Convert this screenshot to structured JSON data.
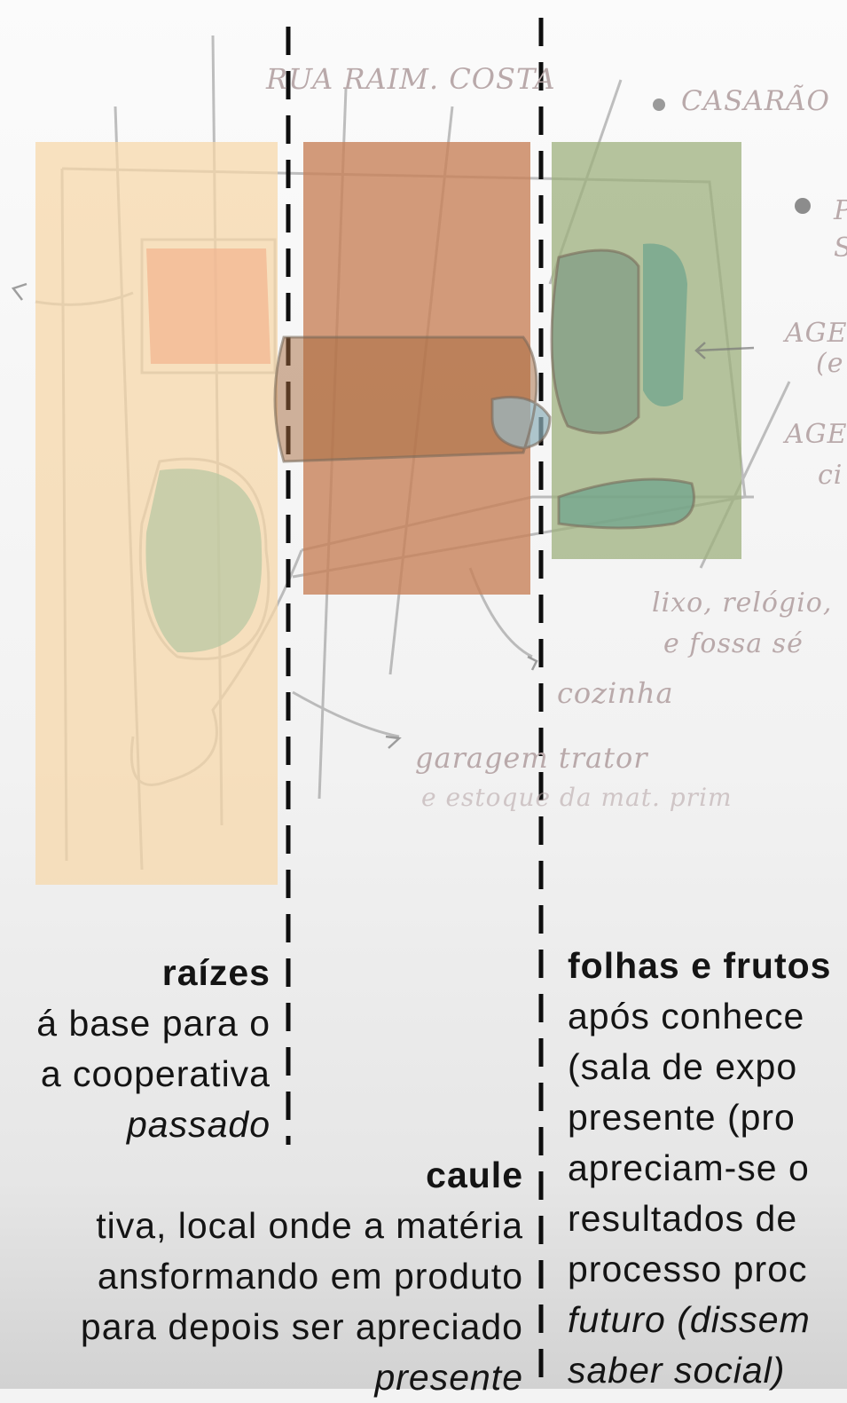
{
  "sketch": {
    "street": "RUA RAIM. COSTA",
    "casarao": "CASARÃO",
    "legend_p": "P",
    "legend_s": "S",
    "agente1": "AGE",
    "agente1_sub": "(e",
    "agente2": "AGE",
    "agente2_sub": "ci",
    "lixo_line1": "lixo, relógio,",
    "lixo_line2": "e fossa sé",
    "cozinha": "cozinha",
    "garagem_line1": "garagem trator",
    "garagem_line2": "e estoque da mat. prim"
  },
  "raizes": {
    "title": "raízes",
    "line1": "á base para o",
    "line2": "a cooperativa",
    "time": "passado"
  },
  "caule": {
    "title": "caule",
    "line1": "tiva, local onde a matéria",
    "line2": "ansformando em produto",
    "line3": "para depois ser apreciado",
    "time": "presente"
  },
  "folhas": {
    "title": "folhas e frutos",
    "line1": "após conhece",
    "line2": "(sala de expo",
    "line3": "presente (pro",
    "line4": "apreciam-se o",
    "line5": "resultados de",
    "line6": "processo proc",
    "line7": "futuro (dissem",
    "line8": "saber social)"
  },
  "colors": {
    "roots": "#f6d7a8",
    "stem": "#c8825a",
    "leaves": "#9eb07e"
  }
}
